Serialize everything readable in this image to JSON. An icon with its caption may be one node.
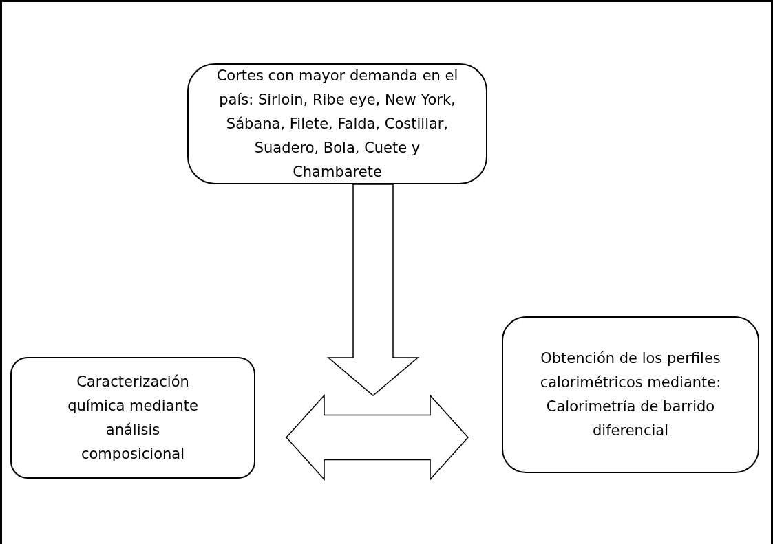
{
  "diagram": {
    "nodes": [
      {
        "text": [
          "Cortes con mayor demanda en el país: Sirloin, Ribe eye, New York, Sábana, Filete, Falda, Costillar, Suadero, Bola, Cuete y Chambarete"
        ]
      },
      {
        "text": [
          "Caracterización química mediante análisis composicional"
        ]
      },
      {
        "text": [
          "Obtención de los perfiles calorimétricos mediante: Calorimetría de barrido diferencial"
        ]
      }
    ],
    "edges": [
      {
        "from": 0,
        "to": null,
        "arrow": "to"
      },
      {
        "from": 1,
        "to": 2,
        "arrow": "both"
      }
    ]
  }
}
